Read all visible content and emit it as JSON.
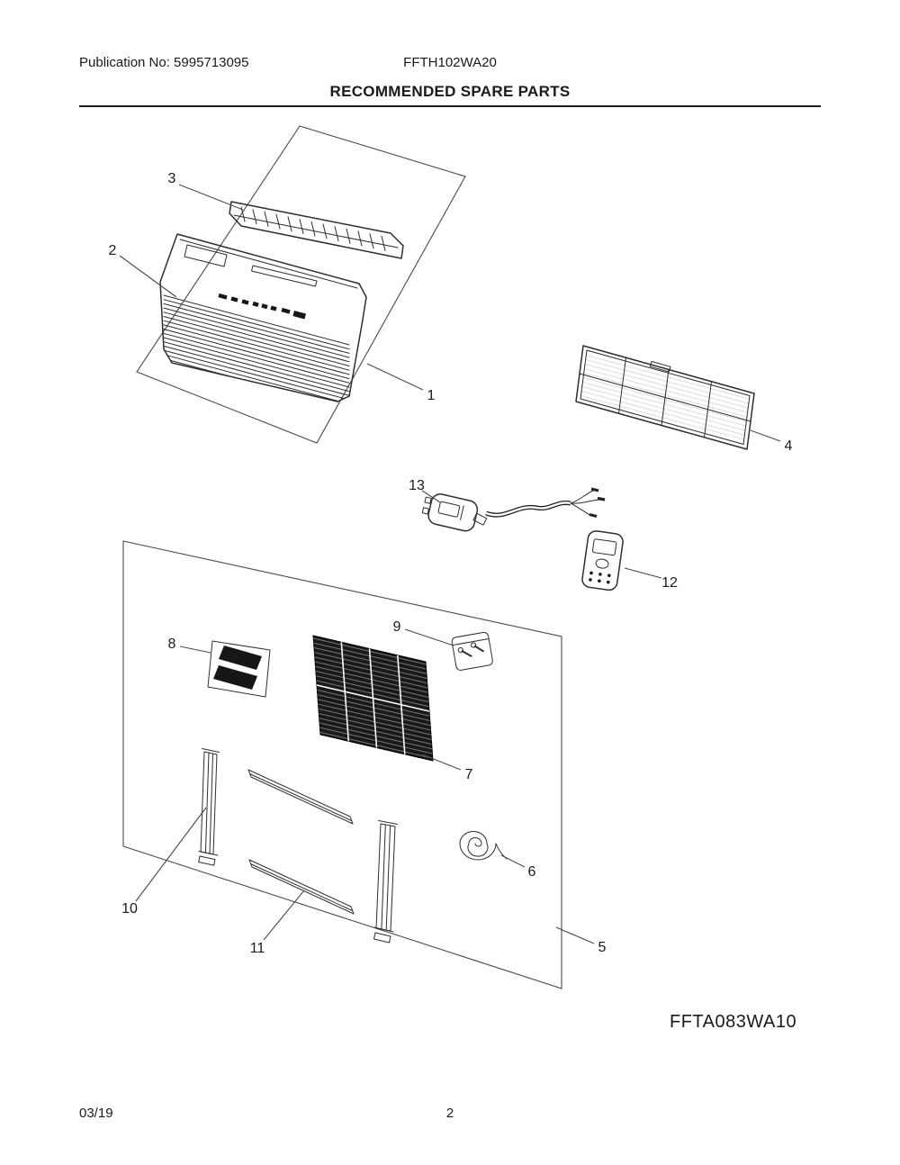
{
  "header": {
    "publication_no": "Publication No: 5995713095",
    "model": "FFTH102WA20",
    "title": "RECOMMENDED SPARE PARTS"
  },
  "diagram": {
    "submodel": "FFTA083WA10",
    "callouts": {
      "c1": "1",
      "c2": "2",
      "c3": "3",
      "c4": "4",
      "c5": "5",
      "c6": "6",
      "c7": "7",
      "c8": "8",
      "c9": "9",
      "c10": "10",
      "c11": "11",
      "c12": "12",
      "c13": "13"
    }
  },
  "footer": {
    "date": "03/19",
    "page": "2"
  },
  "colors": {
    "ink": "#1a1a1a",
    "paper": "#ffffff"
  }
}
